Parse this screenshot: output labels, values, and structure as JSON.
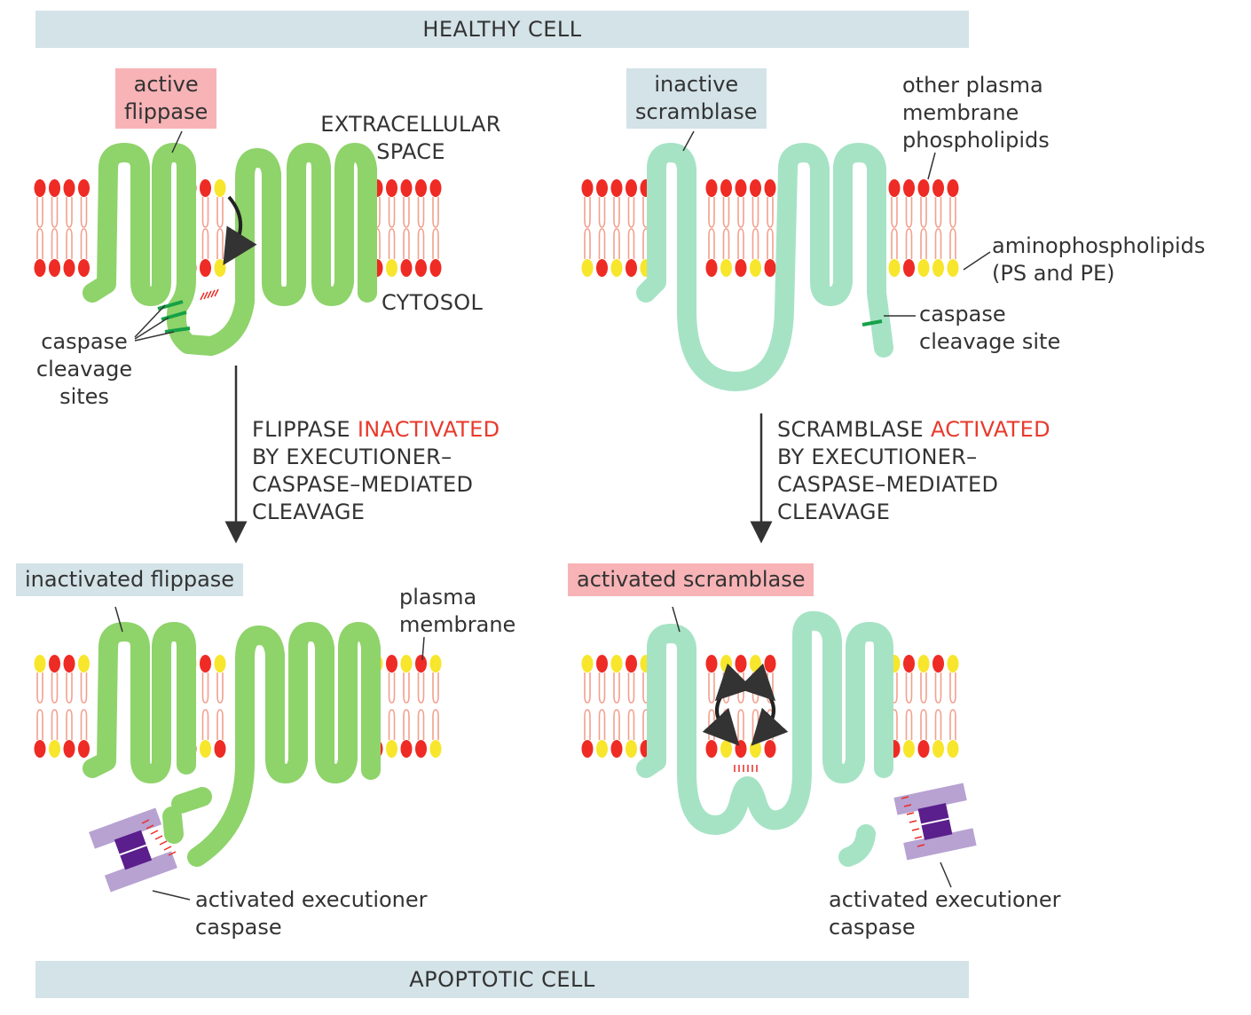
{
  "banners": {
    "top": "HEALTHY CELL",
    "bottom": "APOPTOTIC CELL"
  },
  "top_left": {
    "flippase_box": [
      "active",
      "flippase"
    ],
    "extracellular": [
      "EXTRACELLULAR",
      "SPACE"
    ],
    "cytosol": "CYTOSOL",
    "caspase_sites": [
      "caspase",
      "cleavage",
      "sites"
    ]
  },
  "top_right": {
    "scramblase_box": [
      "inactive",
      "scramblase"
    ],
    "other_phospholipids": [
      "other plasma",
      "membrane",
      "phospholipids"
    ],
    "aminophospholipids": [
      "aminophospholipids",
      "(PS and PE)"
    ],
    "caspase_site": [
      "caspase",
      "cleavage site"
    ]
  },
  "arrow_left": {
    "line1_prefix": "FLIPPASE ",
    "line1_highlight": "INACTIVATED",
    "lines": [
      "BY EXECUTIONER–",
      "CASPASE–MEDIATED",
      "CLEAVAGE"
    ]
  },
  "arrow_right": {
    "line1_prefix": "SCRAMBLASE ",
    "line1_highlight": "ACTIVATED",
    "lines": [
      "BY EXECUTIONER–",
      "CASPASE–MEDIATED",
      "CLEAVAGE"
    ]
  },
  "bottom_left": {
    "flippase_box": "inactivated flippase",
    "plasma_membrane": [
      "plasma",
      "membrane"
    ],
    "caspase_label": [
      "activated executioner",
      "caspase"
    ]
  },
  "bottom_right": {
    "scramblase_box": "activated scramblase",
    "caspase_label": [
      "activated executioner",
      "caspase"
    ]
  },
  "colors": {
    "banner": "#d3e3e8",
    "pink_box": "#f7b3b6",
    "flippase": "#8fd36b",
    "scramblase": "#a6e3c5",
    "lipid_head_red": "#ee2b24",
    "lipid_head_yellow": "#f7e62c",
    "lipid_tail": "#f2a08e",
    "cleavage_mark": "#16a146",
    "caspase_light": "#b7a2d2",
    "caspase_dark": "#5a1f8c",
    "highlight_text": "#e83a2c"
  }
}
